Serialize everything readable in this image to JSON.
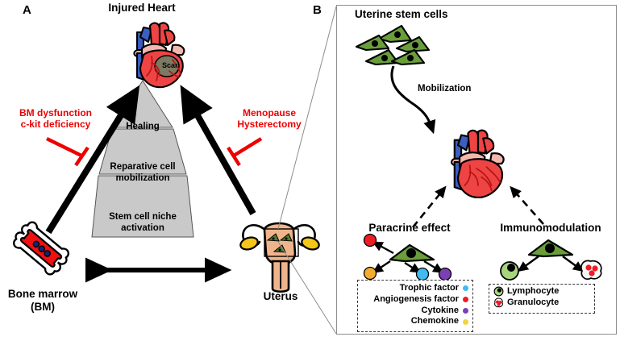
{
  "figure": {
    "panel_a_letter": "A",
    "panel_b_letter": "B"
  },
  "panel_a": {
    "heart_title": "Injured Heart",
    "heart_scar_label": "Scar",
    "pyramid": [
      {
        "label": "Healing"
      },
      {
        "label": "Reparative  cell\nmobilization"
      },
      {
        "label": "Stem cell  niche\nactivation"
      }
    ],
    "pyramid_tiers": {
      "top": "Healing",
      "middle_line1": "Reparative  cell",
      "middle_line2": "mobilization",
      "bottom_line1": "Stem cell  niche",
      "bottom_line2": "activation"
    },
    "inhibitor_left": {
      "line1": "BM dysfunction",
      "line2": "c-kit deficiency",
      "color": "#ee0000"
    },
    "inhibitor_right": {
      "line1": "Menopause",
      "line2": "Hysterectomy",
      "color": "#ee0000"
    },
    "bone_marrow_label_line1": "Bone marrow",
    "bone_marrow_label_line2": "(BM)",
    "uterus_label": "Uterus"
  },
  "panel_b": {
    "stem_cells_title": "Uterine stem cells",
    "mobilization_label": "Mobilization",
    "paracrine_title": "Paracrine effect",
    "immuno_title": "Immunomodulation",
    "paracrine_legend": [
      {
        "label": "Trophic factor",
        "color": "#3fbbf0"
      },
      {
        "label": "Angiogenesis factor",
        "color": "#ee1c25"
      },
      {
        "label": "Cytokine",
        "color": "#7d3fb5"
      },
      {
        "label": "Chemokine",
        "color": "#f5d33f"
      }
    ],
    "immuno_legend": [
      {
        "label": "Lymphocyte",
        "icon": "lymphocyte-icon"
      },
      {
        "label": "Granulocyte",
        "icon": "granulocyte-icon"
      }
    ],
    "paracrine_factor_dots": [
      {
        "name": "angiogenesis-factor-dot",
        "color": "#ee1c25"
      },
      {
        "name": "chemokine-dot",
        "color": "#f5ab2e"
      },
      {
        "name": "trophic-factor-dot",
        "color": "#3fbbf0"
      },
      {
        "name": "cytokine-dot",
        "color": "#7d3fb5"
      }
    ]
  },
  "colors": {
    "stem_cell_green": "#6a9e3c",
    "stem_cell_green_dark": "#4f7a2c",
    "heart_red": "#ef4444",
    "heart_blue": "#3b5fc0",
    "heart_pink": "#f4b7ae",
    "scar_gray": "#7d7a63",
    "pyramid_gray": "#c9c9c9",
    "uterus_skin": "#f0b48c",
    "ovary_yellow": "#f5c518",
    "bone_red": "#f01010",
    "inhibit_red": "#ee0000",
    "lymphocyte_green": "#a8d47e"
  }
}
